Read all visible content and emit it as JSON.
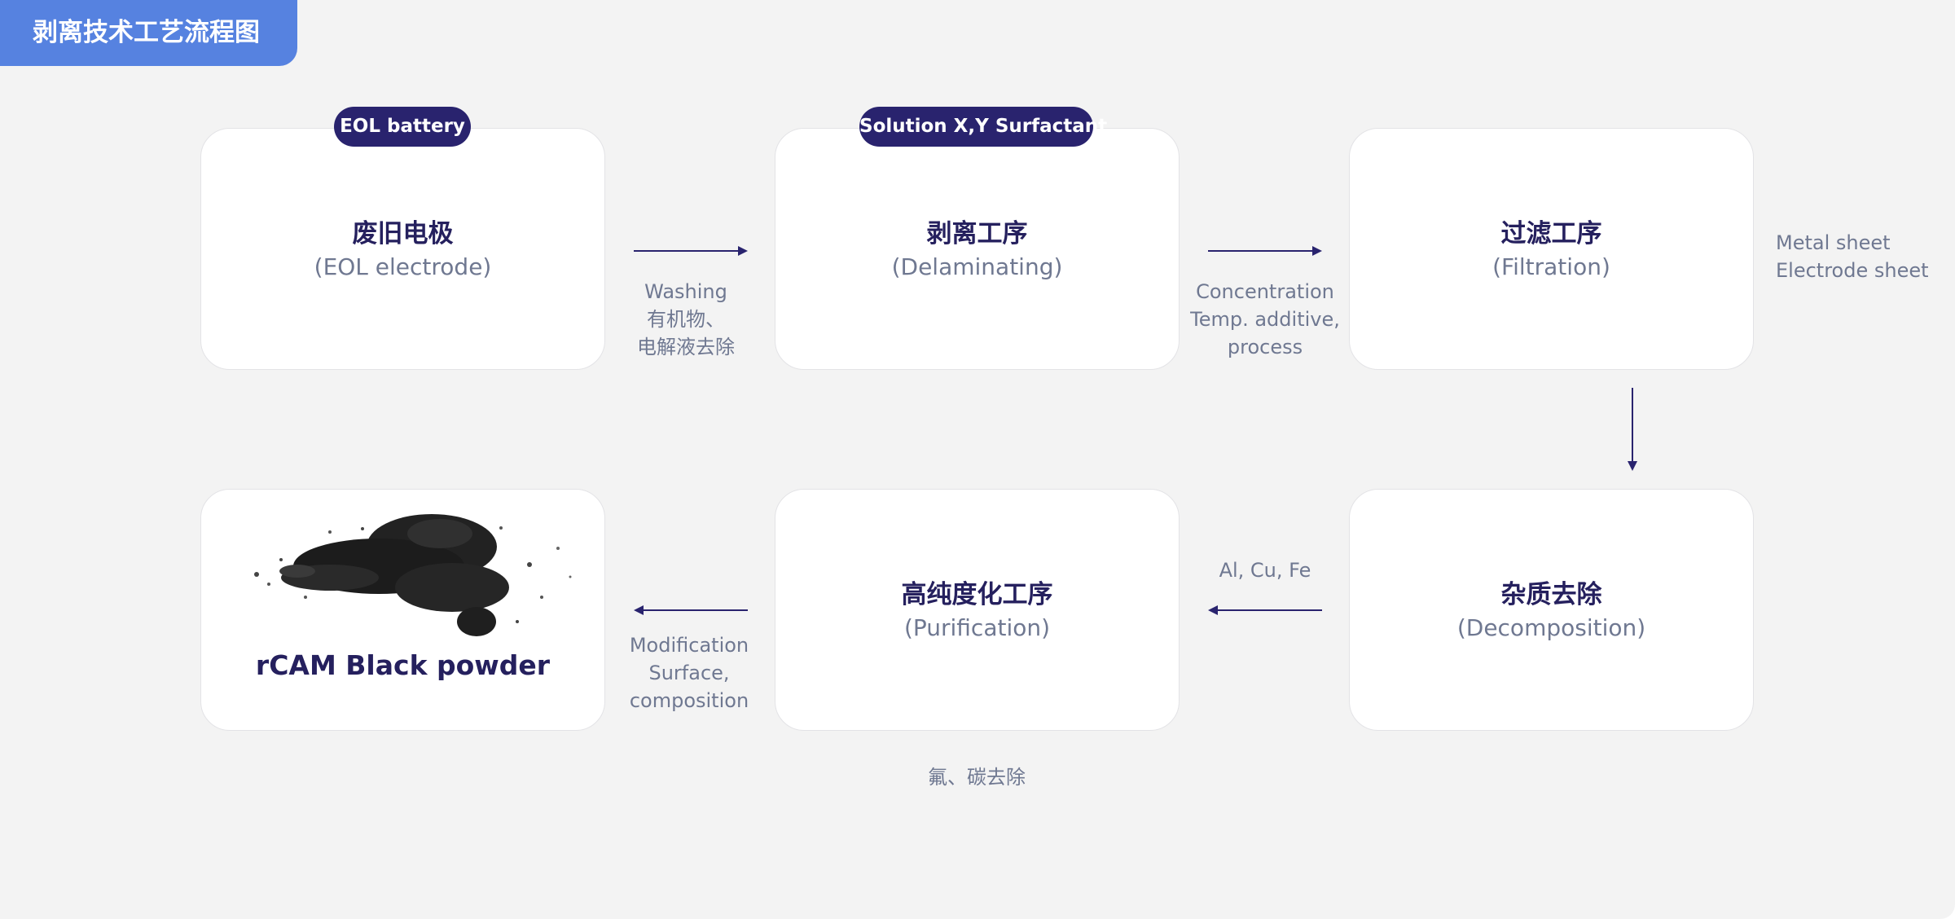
{
  "header": {
    "title": "剥离技术工艺流程图"
  },
  "steps": {
    "eol": {
      "badge": "EOL battery",
      "title": "废旧电极",
      "subtitle": "(EOL electrode)"
    },
    "delaminating": {
      "badge": "Solution X,Y Surfactant",
      "title": "剥离工序",
      "subtitle": "(Delaminating)"
    },
    "filtration": {
      "title": "过滤工序",
      "subtitle": "(Filtration)"
    },
    "decomposition": {
      "title": "杂质去除",
      "subtitle": "(Decomposition)"
    },
    "purification": {
      "title": "高纯度化工序",
      "subtitle": "(Purification)"
    },
    "product": {
      "label": "rCAM Black powder"
    }
  },
  "notes": {
    "washing": [
      "Washing",
      "有机物、",
      "电解液去除"
    ],
    "concentration": [
      "Concentration",
      "Temp. additive,",
      "process"
    ],
    "filtration_output": [
      "Metal sheet",
      "Electrode sheet"
    ],
    "impurities": "Al, Cu, Fe",
    "modification": [
      "Modification",
      "Surface,",
      "composition"
    ],
    "purification_removal": "氟、碳去除"
  },
  "colors": {
    "accent": "#29236e",
    "title_tab": "#5682e0",
    "background": "#f3f3f3",
    "card": "#ffffff",
    "title_text": "#25205e",
    "muted_text": "#6f7891"
  },
  "icons": {
    "arrow": "arrow-icon",
    "product_image": "black-powder-image"
  }
}
